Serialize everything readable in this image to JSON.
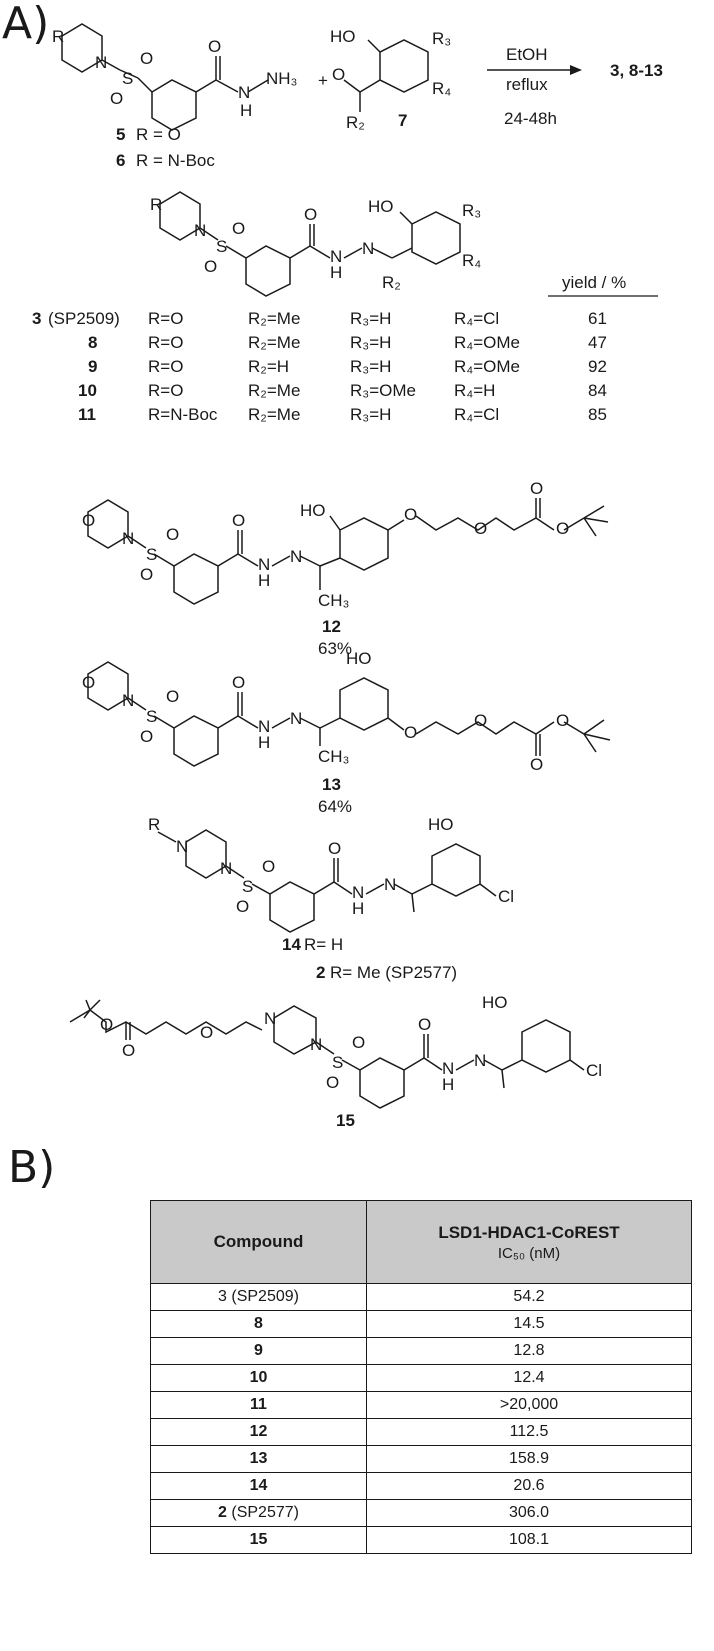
{
  "panel_a": {
    "label": "A)",
    "reagent_5_6": {
      "r_label": "R",
      "n": "N",
      "s": "S",
      "o1": "O",
      "o2": "O",
      "o3": "O",
      "nh": "N",
      "h": "H",
      "nh3": "NH₃"
    },
    "plus": "+",
    "reagent_7": {
      "ho": "HO",
      "r3": "R₃",
      "r4": "R₄",
      "o": "O",
      "r2": "R₂",
      "num": "7"
    },
    "conditions": {
      "solvent": "EtOH",
      "temp": "reflux",
      "time": "24-48h"
    },
    "products_label": "3, 8-13",
    "compound_5": {
      "num": "5",
      "def": "R = O"
    },
    "compound_6": {
      "num": "6",
      "def": "R = N-Boc"
    },
    "general_product": {
      "r": "R",
      "n": "N",
      "s": "S",
      "o": "O",
      "nn": "N",
      "hn": "H",
      "n2": "N",
      "ho": "HO",
      "r3": "R₃",
      "r4": "R₄",
      "r2": "R₂"
    },
    "yield_header": "yield / %",
    "rows": [
      {
        "num": "3",
        "code": "(SP2509)",
        "r": "R=O",
        "r2": "R₂=Me",
        "r3": "R₃=H",
        "r4": "R₄=Cl",
        "yield": "61"
      },
      {
        "num": "8",
        "code": "",
        "r": "R=O",
        "r2": "R₂=Me",
        "r3": "R₃=H",
        "r4": "R₄=OMe",
        "yield": "47"
      },
      {
        "num": "9",
        "code": "",
        "r": "R=O",
        "r2": "R₂=H",
        "r3": "R₃=H",
        "r4": "R₄=OMe",
        "yield": "92"
      },
      {
        "num": "10",
        "code": "",
        "r": "R=O",
        "r2": "R₂=Me",
        "r3": "R₃=OMe",
        "r4": "R₄=H",
        "yield": "84"
      },
      {
        "num": "11",
        "code": "",
        "r": "R=N-Boc",
        "r2": "R₂=Me",
        "r3": "R₃=H",
        "r4": "R₄=Cl",
        "yield": "85"
      }
    ],
    "compound_12": {
      "num": "12",
      "yield": "63%",
      "ch3": "CH₃",
      "ho": "HO"
    },
    "compound_13": {
      "num": "13",
      "yield": "64%",
      "ch3": "CH₃",
      "ho": "HO"
    },
    "compound_14": {
      "num": "14",
      "def": "R= H"
    },
    "compound_2": {
      "num": "2",
      "def": "R= Me (SP2577)"
    },
    "compound_15": {
      "num": "15"
    },
    "atoms": {
      "o": "O",
      "n": "N",
      "s": "S",
      "h": "H",
      "ho": "HO",
      "cl": "Cl",
      "r": "R"
    }
  },
  "panel_b": {
    "label": "B)",
    "table": {
      "headers": [
        "Compound",
        "LSD1-HDAC1-CoREST",
        "IC₅₀ (nM)"
      ],
      "rows": [
        {
          "compound": "3",
          "code": " (SP2509)",
          "value": "54.2"
        },
        {
          "compound": "8",
          "code": "",
          "value": "14.5"
        },
        {
          "compound": "9",
          "code": "",
          "value": "12.8"
        },
        {
          "compound": "10",
          "code": "",
          "value": "12.4"
        },
        {
          "compound": "11",
          "code": "",
          "value": ">20,000"
        },
        {
          "compound": "12",
          "code": "",
          "value": "112.5"
        },
        {
          "compound": "13",
          "code": "",
          "value": "158.9"
        },
        {
          "compound": "14",
          "code": "",
          "value": "20.6"
        },
        {
          "compound": "2",
          "code": " (SP2577)",
          "value": "306.0"
        },
        {
          "compound": "15",
          "code": "",
          "value": "108.1"
        }
      ]
    }
  }
}
